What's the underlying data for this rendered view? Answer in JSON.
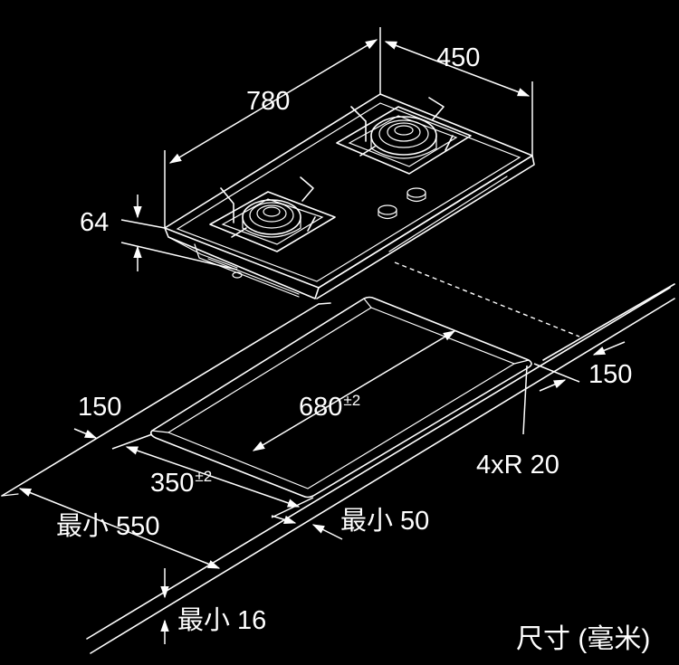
{
  "dimensions": {
    "hob_length": "780",
    "hob_depth": "450",
    "hob_height": "64",
    "cutout_length": "680",
    "cutout_length_tol": "±2",
    "cutout_depth": "350",
    "cutout_depth_tol": "±2",
    "side_clearance_right": "150",
    "side_clearance_left": "150",
    "corner_radius": "4xR 20",
    "min_front_distance": "最小 50",
    "min_countertop_depth": "最小 550",
    "min_countertop_thickness": "最小 16"
  },
  "units_label": "尺寸 (毫米)"
}
